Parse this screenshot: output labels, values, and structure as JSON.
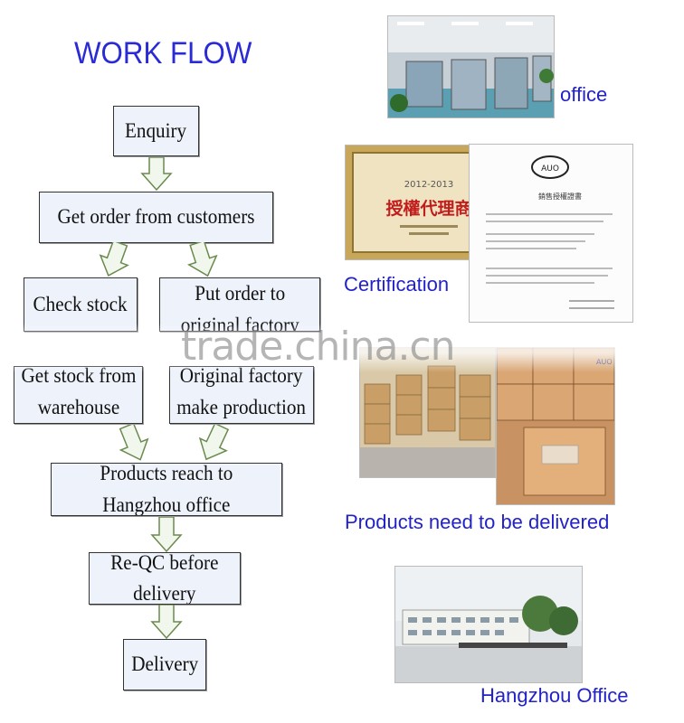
{
  "flow": {
    "title": "WORK FLOW",
    "steps": {
      "enquiry": "Enquiry",
      "get_order": "Get order from customers",
      "check_stock": "Check stock",
      "put_order_1": "Put order to",
      "put_order_2": "original factory",
      "get_stock_1": "Get stock from",
      "get_stock_2": "warehouse",
      "factory_1": "Original factory",
      "factory_2": "make production",
      "reach_1": "Products reach to",
      "reach_2": "Hangzhou office",
      "reqc_1": "Re-QC before",
      "reqc_2": "delivery",
      "delivery": "Delivery"
    }
  },
  "gallery": {
    "office": "office",
    "certification": "Certification",
    "products": "Products need to be delivered",
    "hangzhou": "Hangzhou Office",
    "cert_plaque_year": "2012-2013",
    "cert_plaque_title": "授權代理商",
    "cert_letter_title": "銷售授權證書"
  },
  "watermark": "trade.china.cn"
}
